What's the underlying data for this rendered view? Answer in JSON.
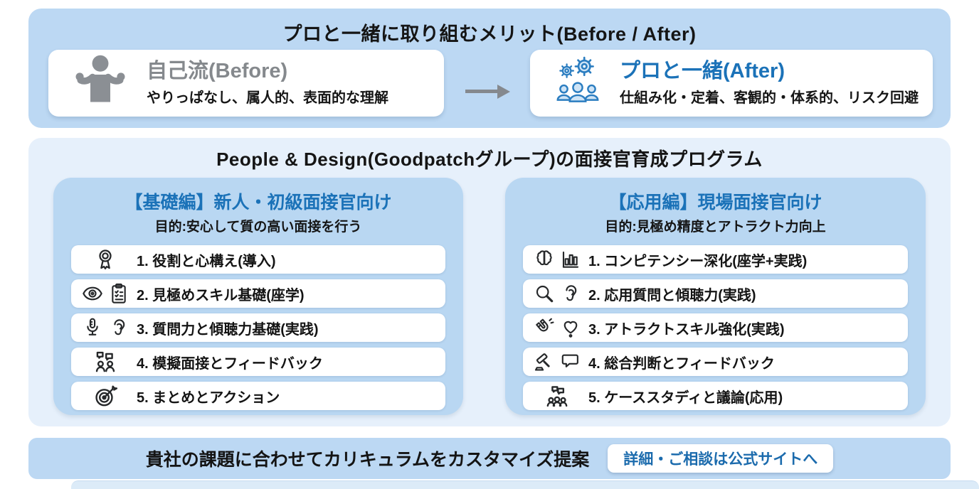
{
  "colors": {
    "panel_blue": "#bcd8f3",
    "panel_light_blue": "#e6f0fb",
    "column_blue": "#b9d7f2",
    "accent_blue_text": "#1b72b8",
    "gray_text": "#85898d",
    "body_text": "#151515",
    "arrow_gray": "#85898e",
    "icon_blue": "#2b7dc0"
  },
  "top": {
    "title": "プロと一緒に取り組むメリット(Before / After)",
    "before": {
      "title": "自己流(Before)",
      "desc": "やりっぱなし、属人的、表面的な理解"
    },
    "after": {
      "title": "プロと一緒(After)",
      "desc": "仕組み化・定着、客観的・体系的、リスク回避"
    }
  },
  "program": {
    "title": "People & Design(Goodpatchグループ)の面接官育成プログラム",
    "basic": {
      "heading": "【基礎編】新人・初級面接官向け",
      "purpose": "目的:安心して質の高い面接を行う",
      "items": [
        {
          "label": "1. 役割と心構え(導入)",
          "icon": "medal-icon"
        },
        {
          "label": "2. 見極めスキル基礎(座学)",
          "icon": "eye-icon checklist-icon"
        },
        {
          "label": "3. 質問力と傾聴力基礎(実践)",
          "icon": "microphone-icon ear-icon"
        },
        {
          "label": "4. 模擬面接とフィードバック",
          "icon": "mock-interview-people-icon"
        },
        {
          "label": "5. まとめとアクション",
          "icon": "target-dart-icon"
        }
      ]
    },
    "advanced": {
      "heading": "【応用編】現場面接官向け",
      "purpose": "目的:見極め精度とアトラクト力向上",
      "items": [
        {
          "label": "1. コンピテンシー深化(座学+実践)",
          "icon": "brain-icon bar-chart-icon"
        },
        {
          "label": "2. 応用質問と傾聴力(実践)",
          "icon": "magnifier-icon ear-icon"
        },
        {
          "label": "3. アトラクトスキル強化(実践)",
          "icon": "magnet-icon heart-icon"
        },
        {
          "label": "4. 総合判断とフィードバック",
          "icon": "gavel-icon speech-bubble-icon"
        },
        {
          "label": "5. ケーススタディと議論(応用)",
          "icon": "group-discussion-icon"
        }
      ]
    }
  },
  "footer": {
    "text": "貴社の課題に合わせてカリキュラムをカスタマイズ提案",
    "button": "詳細・ご相談は公式サイトへ"
  }
}
